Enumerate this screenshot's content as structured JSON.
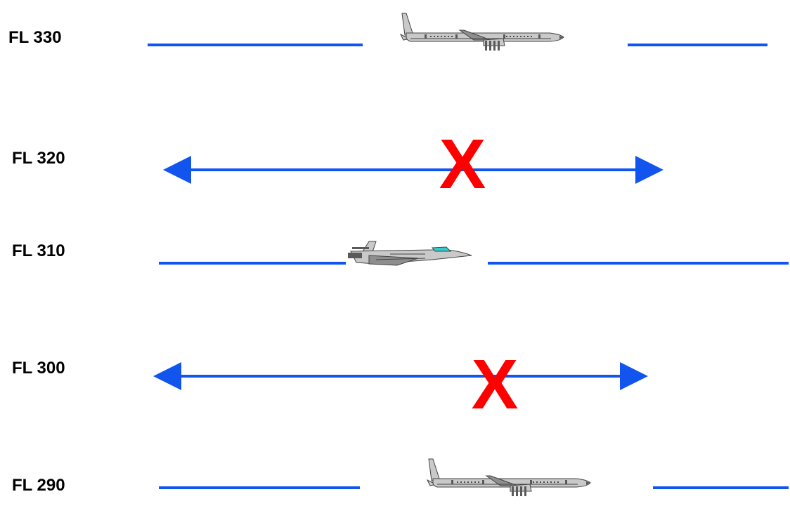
{
  "colors": {
    "route_line": "#1155ee",
    "forbidden_mark": "#ff0000",
    "aircraft_body": "#c9c9c9",
    "aircraft_dark": "#5a5a5a",
    "canopy": "#33cccc",
    "background": "#ffffff"
  },
  "flight_levels": [
    {
      "label": "FL 330",
      "kind": "occupied",
      "aircraft": "airliner-icon"
    },
    {
      "label": "FL 320",
      "kind": "blocked",
      "mark": "X"
    },
    {
      "label": "FL 310",
      "kind": "occupied",
      "aircraft": "fighter-jet-icon"
    },
    {
      "label": "FL 300",
      "kind": "blocked",
      "mark": "X"
    },
    {
      "label": "FL 290",
      "kind": "occupied",
      "aircraft": "airliner-icon"
    }
  ]
}
